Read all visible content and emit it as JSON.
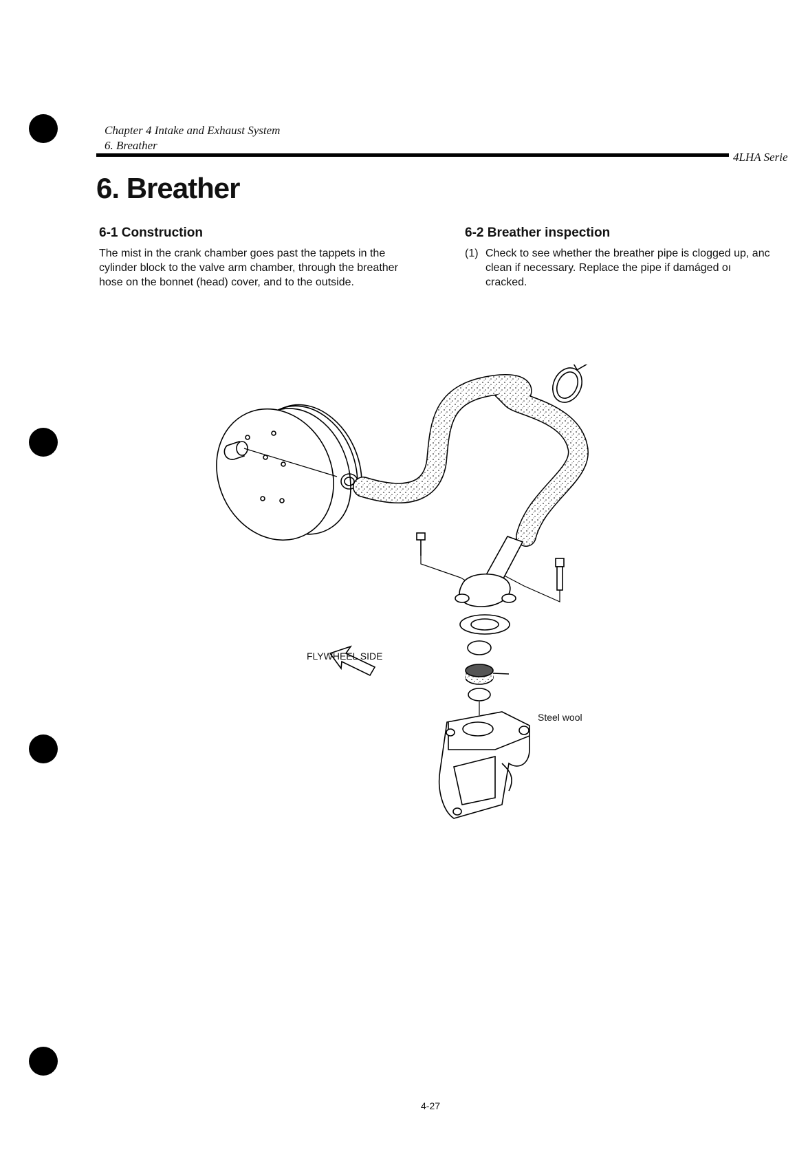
{
  "header": {
    "chapter": "Chapter 4 Intake and Exhaust System",
    "section": "6. Breather",
    "series": "4LHA Serie"
  },
  "title": "6. Breather",
  "construction": {
    "heading": "6-1 Construction",
    "lines": [
      "The mist in the crank chamber goes past the tappets in the",
      "cylinder block to the valve arm chamber, through the breather",
      "hose on the bonnet (head) cover, and to the outside."
    ]
  },
  "inspection": {
    "heading": "6-2 Breather inspection",
    "item_number": "(1)",
    "lines": [
      "Check to see whether the breather pipe is clogged up, anc",
      "clean if necessary. Replace the pipe if damáged oı",
      "cracked."
    ]
  },
  "figure": {
    "flywheel_label": "FLYWHEEL SIDE",
    "steel_wool_label": "Steel wool"
  },
  "page_number": "4-27"
}
